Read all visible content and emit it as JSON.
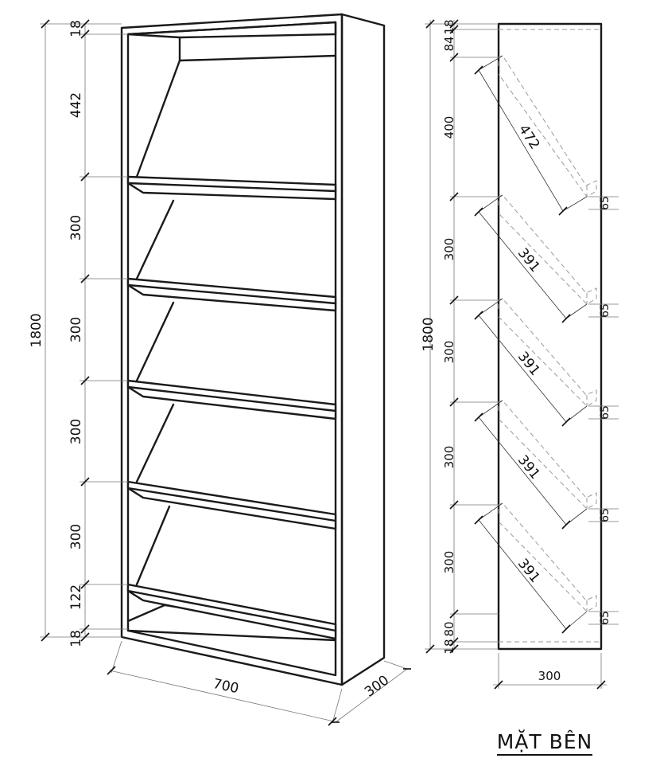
{
  "front_view": {
    "height_total": "1800",
    "segments": [
      "18",
      "442",
      "300",
      "300",
      "300",
      "300",
      "122",
      "18"
    ],
    "width": "700",
    "depth": "300"
  },
  "side_view": {
    "title": "MẶT BÊN",
    "height_total": "1800",
    "segments": [
      "18",
      "84",
      "400",
      "300",
      "300",
      "300",
      "300",
      "80",
      "18"
    ],
    "width": "300",
    "shelf_lengths": [
      "472",
      "391",
      "391",
      "391",
      "391"
    ],
    "lip_heights": [
      "65",
      "65",
      "65",
      "65",
      "65"
    ]
  }
}
